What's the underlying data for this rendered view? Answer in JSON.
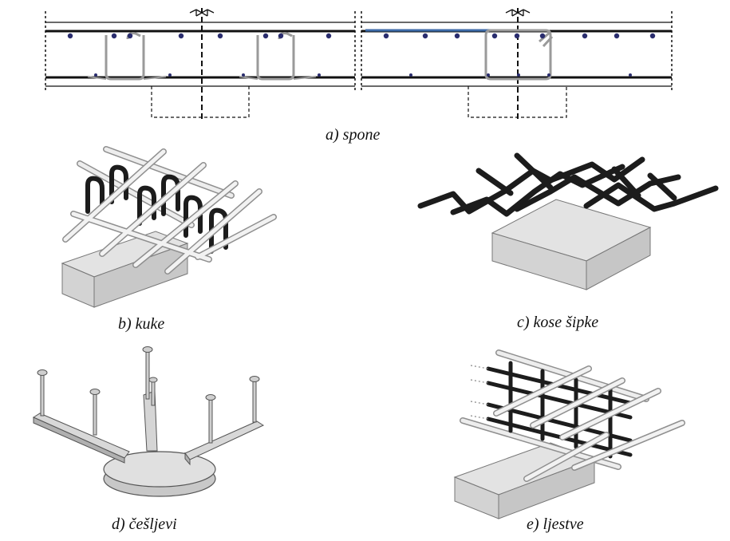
{
  "figure": {
    "captions": {
      "a": "a) spone",
      "b": "b) kuke",
      "c": "c) kose šipke",
      "d": "d) češljevi",
      "e": "e) ljestve"
    }
  },
  "colors": {
    "ink": "#1a1a1a",
    "bar_dark": "#1c1c1c",
    "bar_light": "#d9d9d9",
    "concrete_top": "#e3e3e3",
    "concrete_side": "#cfcfcf",
    "accent_blue": "#3c6aa8",
    "dot": "#2a2d6e"
  }
}
